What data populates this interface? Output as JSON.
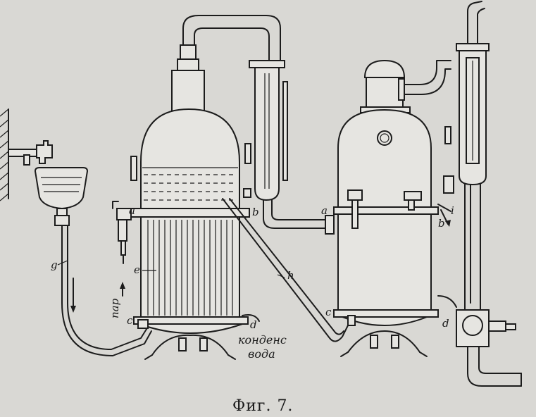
{
  "figure": {
    "caption": "Фиг. 7.",
    "labels": {
      "a_left": "a",
      "b_left": "b",
      "c_left": "c",
      "d_left": "d",
      "e": "e",
      "g": "g",
      "h": "h",
      "par": "пар",
      "kondens": "конденс",
      "voda": "вода",
      "a_right": "a",
      "b_right": "b",
      "c_right": "c",
      "d_right": "d",
      "i": "i"
    }
  }
}
